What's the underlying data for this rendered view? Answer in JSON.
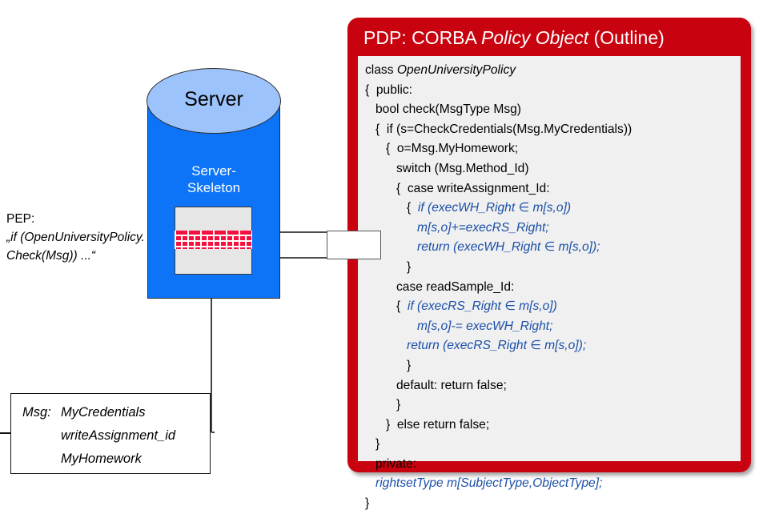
{
  "diagram": {
    "server_label": "Server",
    "skeleton_label_line1": "Server-",
    "skeleton_label_line2": "Skeleton",
    "pep_title": "PEP:",
    "pep_line1": "„if (OpenUniversityPolicy.",
    "pep_line2": "Check(Msg)) ...“",
    "message_box": {
      "label": "Msg:",
      "fields": [
        "MyCredentials",
        "writeAssignment_id",
        "MyHomework"
      ]
    },
    "colors": {
      "cylinder_body": "#0D74F7",
      "cylinder_top": "#9CC3FB",
      "firewall_brick": "#F5113D",
      "interceptor_box": "#E6E6E6"
    }
  },
  "pdp": {
    "title_prefix": "PDP: CORBA ",
    "title_italic": "Policy Object",
    "title_suffix": " (Outline)",
    "panel_color": "#C9020F",
    "code_bg": "#F0F0F0",
    "highlight_color": "#1a4fa8",
    "code_lines": [
      {
        "indent": 0,
        "segments": [
          {
            "t": "class ",
            "s": "plain"
          },
          {
            "t": "OpenUniversityPolicy",
            "s": "italic"
          }
        ]
      },
      {
        "indent": 0,
        "segments": [
          {
            "t": "{  public:",
            "s": "plain"
          }
        ]
      },
      {
        "indent": 1,
        "segments": [
          {
            "t": "bool check(MsgType Msg)",
            "s": "plain"
          }
        ]
      },
      {
        "indent": 1,
        "segments": [
          {
            "t": "{  if (s=CheckCredentials(Msg.MyCredentials))",
            "s": "plain"
          }
        ]
      },
      {
        "indent": 2,
        "segments": [
          {
            "t": "{  o=Msg.MyHomework;",
            "s": "plain"
          }
        ]
      },
      {
        "indent": 3,
        "segments": [
          {
            "t": "switch (Msg.Method_Id)",
            "s": "plain"
          }
        ]
      },
      {
        "indent": 3,
        "segments": [
          {
            "t": "{  case writeAssignment_Id:",
            "s": "plain"
          }
        ]
      },
      {
        "indent": 4,
        "segments": [
          {
            "t": "{  ",
            "s": "plain"
          },
          {
            "t": "if (execWH_Right ∈ m[s,o])",
            "s": "blue"
          }
        ]
      },
      {
        "indent": 5,
        "segments": [
          {
            "t": "m[s,o]+=execRS_Right;",
            "s": "blue"
          }
        ]
      },
      {
        "indent": 5,
        "segments": [
          {
            "t": "return (execWH_Right ∈ m[s,o]);",
            "s": "blue"
          }
        ]
      },
      {
        "indent": 4,
        "segments": [
          {
            "t": "}",
            "s": "plain"
          }
        ]
      },
      {
        "indent": 3,
        "segments": [
          {
            "t": "case readSample_Id:",
            "s": "plain"
          }
        ]
      },
      {
        "indent": 3,
        "segments": [
          {
            "t": "{  ",
            "s": "plain"
          },
          {
            "t": "if (execRS_Right ∈ m[s,o])",
            "s": "blue"
          }
        ]
      },
      {
        "indent": 5,
        "segments": [
          {
            "t": "m[s,o]-= execWH_Right;",
            "s": "blue"
          }
        ]
      },
      {
        "indent": 4,
        "segments": [
          {
            "t": "return (execRS_Right ∈ m[s,o]);",
            "s": "blue"
          }
        ]
      },
      {
        "indent": 4,
        "segments": [
          {
            "t": "}",
            "s": "plain"
          }
        ]
      },
      {
        "indent": 3,
        "segments": [
          {
            "t": "default: return false;",
            "s": "plain"
          }
        ]
      },
      {
        "indent": 3,
        "segments": [
          {
            "t": "}",
            "s": "plain"
          }
        ]
      },
      {
        "indent": 2,
        "segments": [
          {
            "t": "}  else return false;",
            "s": "plain"
          }
        ]
      },
      {
        "indent": 1,
        "segments": [
          {
            "t": "}",
            "s": "plain"
          }
        ]
      },
      {
        "indent": 1,
        "segments": [
          {
            "t": "private:",
            "s": "plain"
          }
        ]
      },
      {
        "indent": 1,
        "segments": [
          {
            "t": "rightsetType m[SubjectType,ObjectType];",
            "s": "blue"
          }
        ]
      },
      {
        "indent": 0,
        "segments": [
          {
            "t": "}",
            "s": "plain"
          }
        ]
      }
    ]
  }
}
